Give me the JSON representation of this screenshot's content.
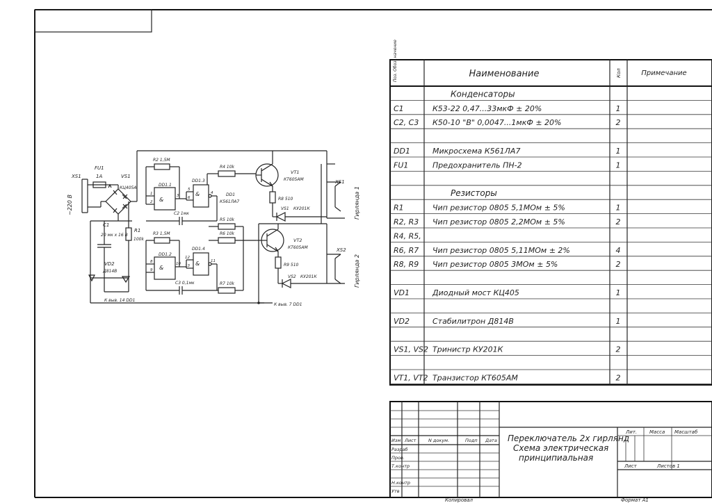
{
  "spec_table": {
    "header": {
      "pos": "Поз. Обоз- начение",
      "name": "Наименование",
      "qty": "Кол",
      "note": "Примечание"
    },
    "rows": [
      {
        "ref": "",
        "name": "Конденсаторы",
        "qty": "",
        "section": true
      },
      {
        "ref": "C1",
        "name": "К53-22 0,47...33мкФ ± 20%",
        "qty": "1"
      },
      {
        "ref": "C2, C3",
        "name": "К50-10 \"В\" 0,0047...1мкФ ± 20%",
        "qty": "2"
      },
      {
        "ref": "",
        "name": "",
        "qty": ""
      },
      {
        "ref": "DD1",
        "name": "Микросхема К561ЛА7",
        "qty": "1"
      },
      {
        "ref": "FU1",
        "name": "Предохранитель ПН-2",
        "qty": "1"
      },
      {
        "ref": "",
        "name": "",
        "qty": ""
      },
      {
        "ref": "",
        "name": "Резисторы",
        "qty": "",
        "section": true
      },
      {
        "ref": "R1",
        "name": "Чип резистор 0805 5,1МОм ± 5%",
        "qty": "1"
      },
      {
        "ref": "R2, R3",
        "name": "Чип резистор 0805 2,2МОм ± 5%",
        "qty": "2"
      },
      {
        "ref": "R4, R5,",
        "name": "",
        "qty": ""
      },
      {
        "ref": "R6, R7",
        "name": "Чип резистор 0805 5,11МОм ± 2%",
        "qty": "4"
      },
      {
        "ref": "R8, R9",
        "name": "Чип резистор 0805 3МОм ± 5%",
        "qty": "2"
      },
      {
        "ref": "",
        "name": "",
        "qty": ""
      },
      {
        "ref": "VD1",
        "name": "Диодный мост КЦ405",
        "qty": "1"
      },
      {
        "ref": "",
        "name": "",
        "qty": ""
      },
      {
        "ref": "VD2",
        "name": "Стабилитрон Д814В",
        "qty": "1"
      },
      {
        "ref": "",
        "name": "",
        "qty": ""
      },
      {
        "ref": "VS1, VS2",
        "name": "Тринистр КУ201К",
        "qty": "2"
      },
      {
        "ref": "",
        "name": "",
        "qty": ""
      },
      {
        "ref": "VT1, VT2",
        "name": "Транзистор КТ605АМ",
        "qty": "2"
      }
    ]
  },
  "title_block": {
    "title_line1": "Переключатель 2х гирлянд",
    "title_line2": "Схема электрическая",
    "title_line3": "принципиальная",
    "col_izm": "Изм",
    "col_list": "Лист",
    "col_doc": "N докум.",
    "col_sign": "Подп",
    "col_date": "Дата",
    "row_razrab": "Разраб",
    "row_prov": "Пров.",
    "row_tkontr": "Т.контр",
    "row_nkontr": "Н.контр",
    "row_utv": "Утв",
    "lit": "Лит.",
    "massa": "Масса",
    "masshtab": "Масштаб",
    "list": "Лист",
    "listov": "Листов 1",
    "kopiroval": "Копировал",
    "format": "Формат А1"
  },
  "schematic": {
    "labels": {
      "xs1_left": "XS1",
      "fu1": "FU1",
      "fu1_val": "1А",
      "vs1_top": "VS1",
      "vs1_top_val": "КЦ405А",
      "v220": "~220 В",
      "c1": "С1",
      "c1_val": "20 мк х 16 В",
      "vd2": "VD2",
      "vd2_val": "Д814В",
      "r1": "R1",
      "r1_val": "100k",
      "r2": "R2 1,5М",
      "r3": "R3 1,5М",
      "r4": "R4 10k",
      "r5": "R5 10k",
      "r6": "R6 10k",
      "r7": "R7 10k",
      "r8": "R8 510",
      "r9": "R9 510",
      "dd11": "DD1.1",
      "dd12": "DD1.2",
      "dd13": "DD1.3",
      "dd14": "DD1.4",
      "dd1": "DD1",
      "dd1_type": "К561ЛА7",
      "c2": "C2 1мк",
      "c3": "C3 0,1мк",
      "vt1": "VT1",
      "vt1_type": "КТ605АМ",
      "vt2": "VT2",
      "vt2_type": "КТ605АМ",
      "vs1": "VS1",
      "vs1_type": "КУ201К",
      "vs2": "VS2",
      "vs2_type": "КУ201К",
      "xs1": "XS1",
      "xs2": "XS2",
      "garland1": "Гирлянда 1",
      "garland2": "Гирлянда 2",
      "to_pin14": "К выв. 14 DD1",
      "to_pin7": "К выв. 7 DD1",
      "amp": "&",
      "p1": "1",
      "p2": "2",
      "p3": "3",
      "p4": "4",
      "p5": "5",
      "p6": "6",
      "p8": "8",
      "p9": "9",
      "p10": "10",
      "p11": "11",
      "p12": "12",
      "p13": "13"
    }
  }
}
